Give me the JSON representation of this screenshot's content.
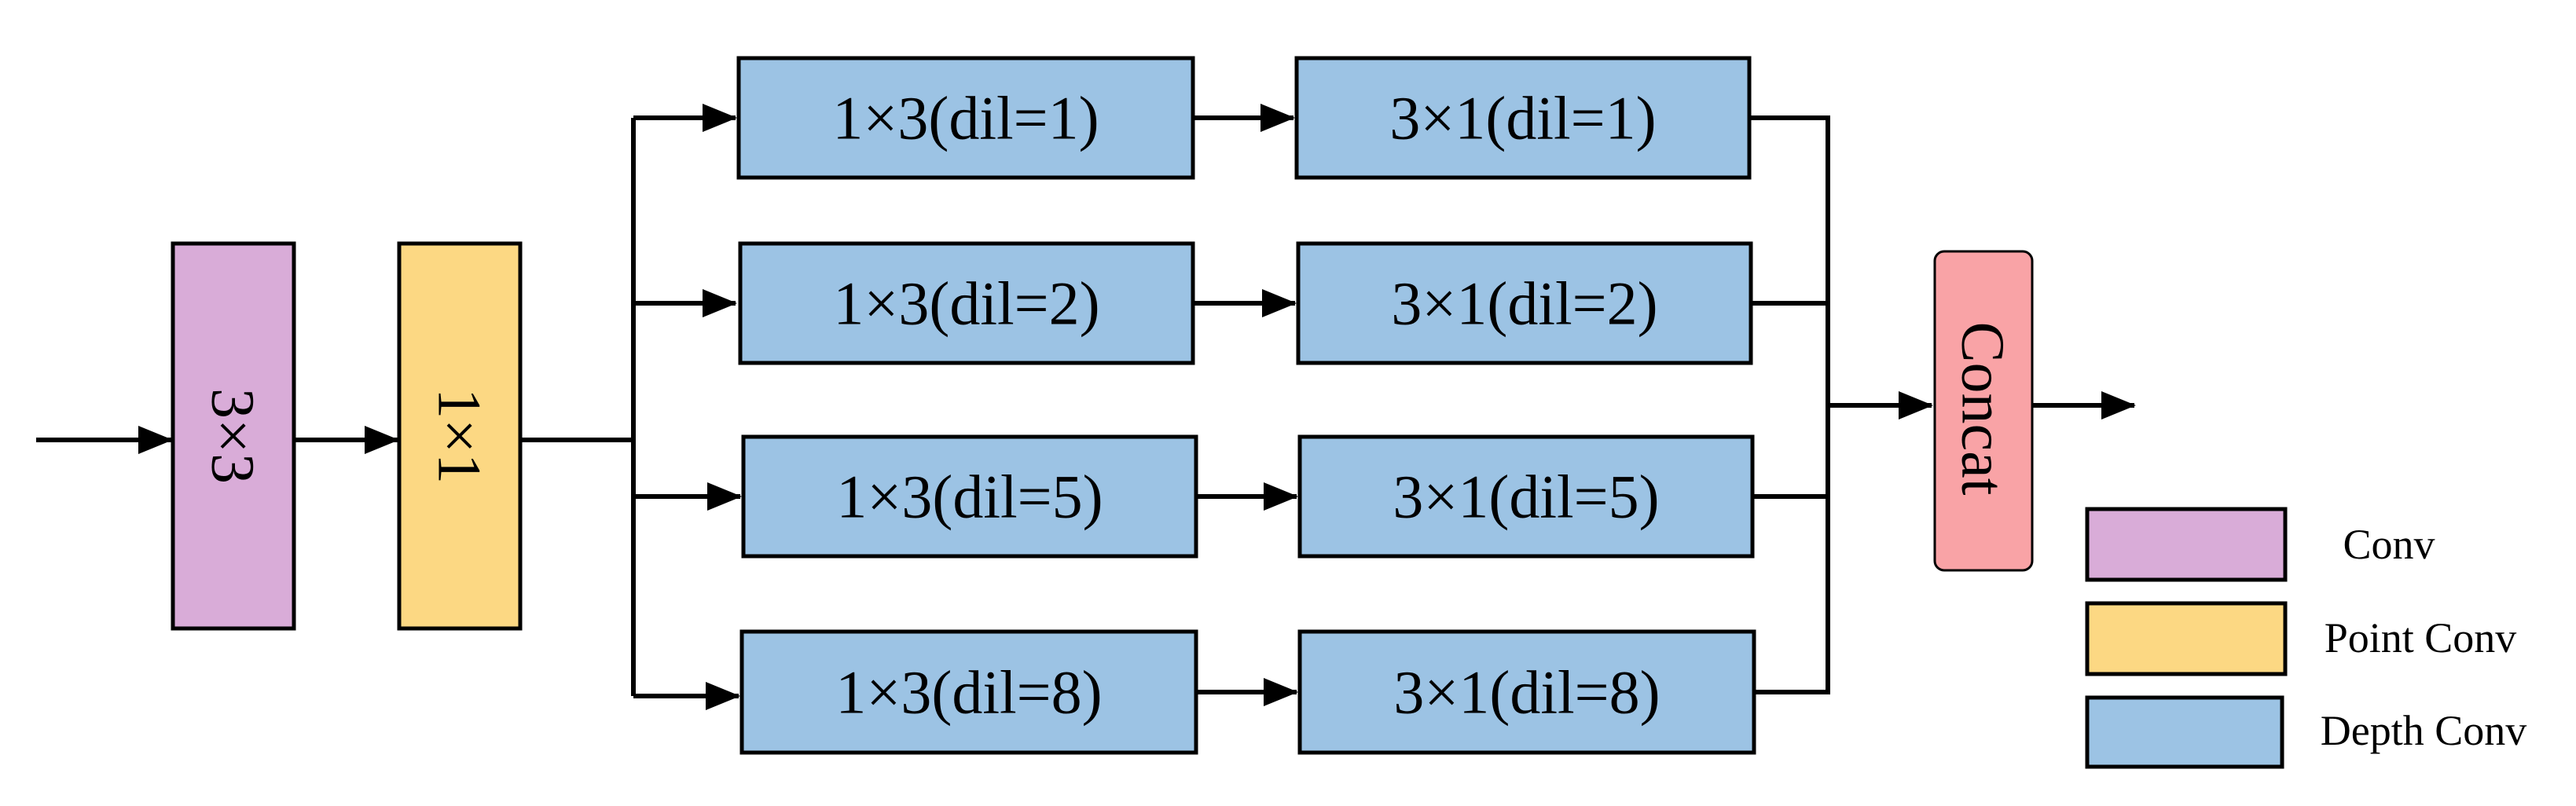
{
  "colors": {
    "conv": "#d9acd8",
    "point_conv": "#fcd883",
    "depth_conv": "#9cc3e4",
    "concat": "#f9a3a6",
    "line": "#000000"
  },
  "blocks": {
    "conv3x3": {
      "label": "3×3",
      "kind": "conv"
    },
    "pointwise": {
      "label": "1×1",
      "kind": "point_conv"
    },
    "concat": {
      "label": "Concat",
      "kind": "concat"
    }
  },
  "branches": [
    {
      "first_label": "1×3(dil=1)",
      "second_label": "3×1(dil=1)"
    },
    {
      "first_label": "1×3(dil=2)",
      "second_label": "3×1(dil=2)"
    },
    {
      "first_label": "1×3(dil=5)",
      "second_label": "3×1(dil=5)"
    },
    {
      "first_label": "1×3(dil=8)",
      "second_label": "3×1(dil=8)"
    }
  ],
  "legend": [
    {
      "label": "Conv",
      "kind": "conv"
    },
    {
      "label": "Point Conv",
      "kind": "point_conv"
    },
    {
      "label": "Depth Conv",
      "kind": "depth_conv"
    }
  ]
}
